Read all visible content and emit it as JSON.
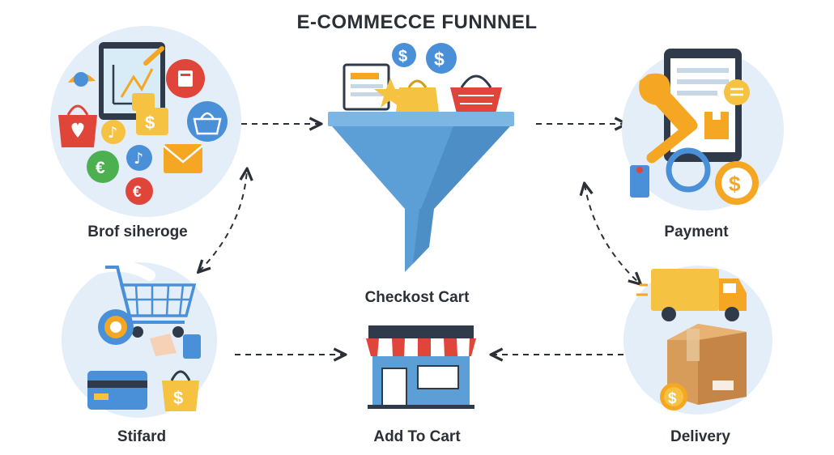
{
  "title": "E-COMMECCE FUNNNEL",
  "nodes": {
    "browse": {
      "label": "Brof siheroge"
    },
    "funnel": {
      "label": "Checkost Cart"
    },
    "payment": {
      "label": "Payment"
    },
    "stifard": {
      "label": "Stifard"
    },
    "add_to_cart": {
      "label": "Add To Cart"
    },
    "delivery": {
      "label": "Delivery"
    }
  },
  "glyphs": {
    "dollar": "$",
    "euro": "€",
    "note": "♪"
  },
  "colors": {
    "text": "#2b2f36",
    "circle": "#e3eef8",
    "funnel": "#5b9fd6",
    "funnel_dark": "#3f7fb8",
    "orange": "#f5a623",
    "red": "#e0453a",
    "blue": "#4a90d9",
    "green": "#4caf50"
  }
}
